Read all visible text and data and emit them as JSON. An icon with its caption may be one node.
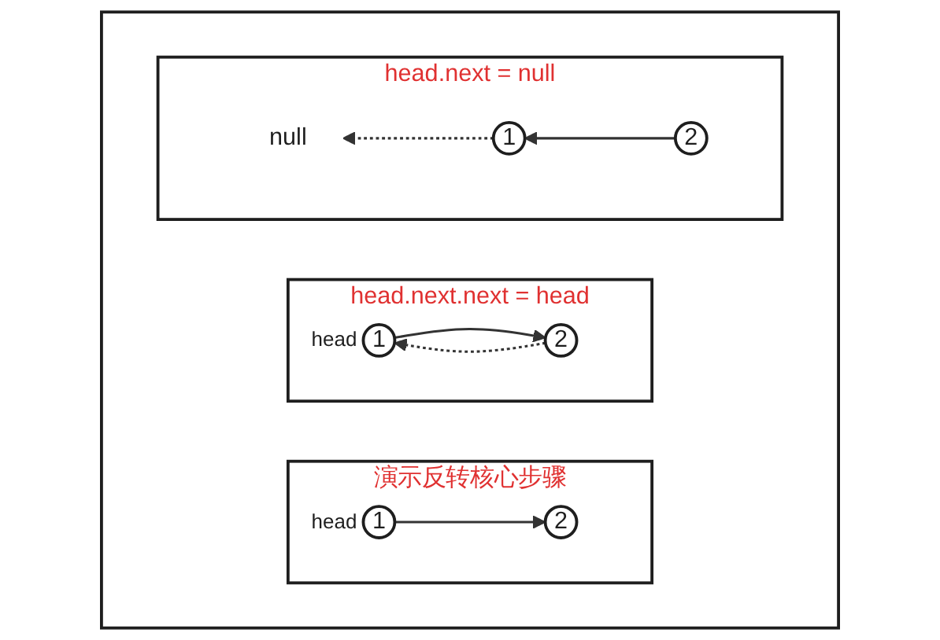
{
  "diagram": {
    "nodes": [
      {
        "text": [],
        "shape": "box"
      },
      {
        "text": [
          "演示反转核心步骤"
        ],
        "in": 0
      },
      {
        "text": [
          "1"
        ],
        "beside": [
          "head"
        ],
        "in": 1
      },
      {
        "text": [
          "2"
        ],
        "in": 1
      },
      {
        "text": [
          "head.next.next = head"
        ],
        "in": 0
      },
      {
        "text": [
          "1"
        ],
        "beside": [
          "head"
        ],
        "in": 4
      },
      {
        "text": [
          "2"
        ],
        "in": 4
      },
      {
        "text": [
          "head.next = null"
        ],
        "in": 0
      },
      {
        "text": [
          "null"
        ],
        "in": 7
      },
      {
        "text": [
          "1"
        ],
        "in": 7
      },
      {
        "text": [
          "2"
        ],
        "in": 7
      }
    ],
    "edges": [
      {
        "from": 2,
        "to": 3,
        "arrow": "to"
      },
      {
        "from": 5,
        "to": 6,
        "arrow": "to"
      },
      {
        "from": 6,
        "to": 5,
        "arrow": "to",
        "style": "dashed"
      },
      {
        "from": 9,
        "to": 8,
        "arrow": "to",
        "style": "dashed"
      },
      {
        "from": 10,
        "to": 9,
        "arrow": "to"
      }
    ]
  }
}
